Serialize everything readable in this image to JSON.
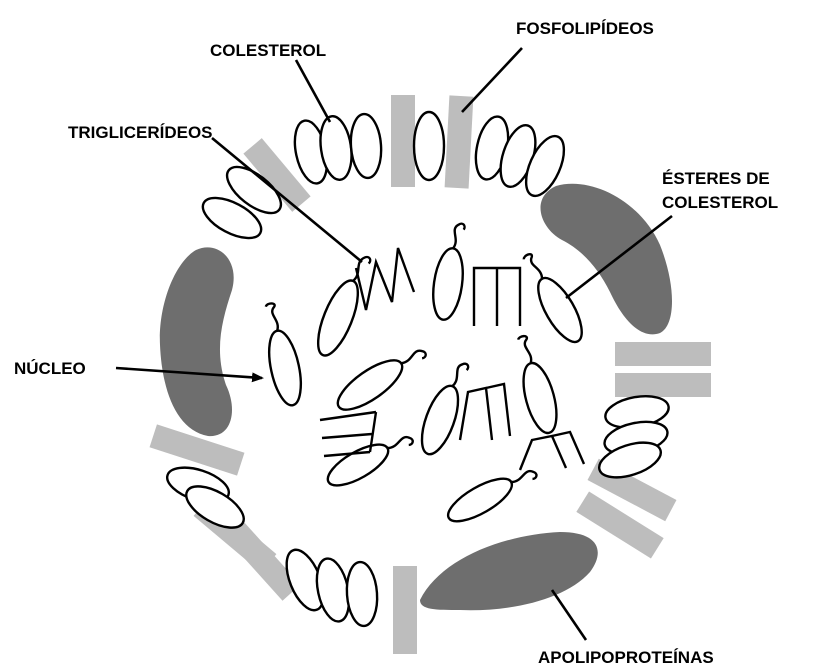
{
  "labels": {
    "fosfolipideos": "FOSFOLIPÍDEOS",
    "colesterol": "COLESTEROL",
    "trigliceridos": "TRIGLICERÍDEOS",
    "esteres_line1": "ÉSTERES DE",
    "esteres_line2": "COLESTEROL",
    "nucleo": "NÚCLEO",
    "apolipoproteinas": "APOLIPOPROTEÍNAS"
  },
  "colors": {
    "phospholipid": "#bdbdbd",
    "apolipoprotein": "#6e6e6e",
    "outline": "#000000"
  }
}
